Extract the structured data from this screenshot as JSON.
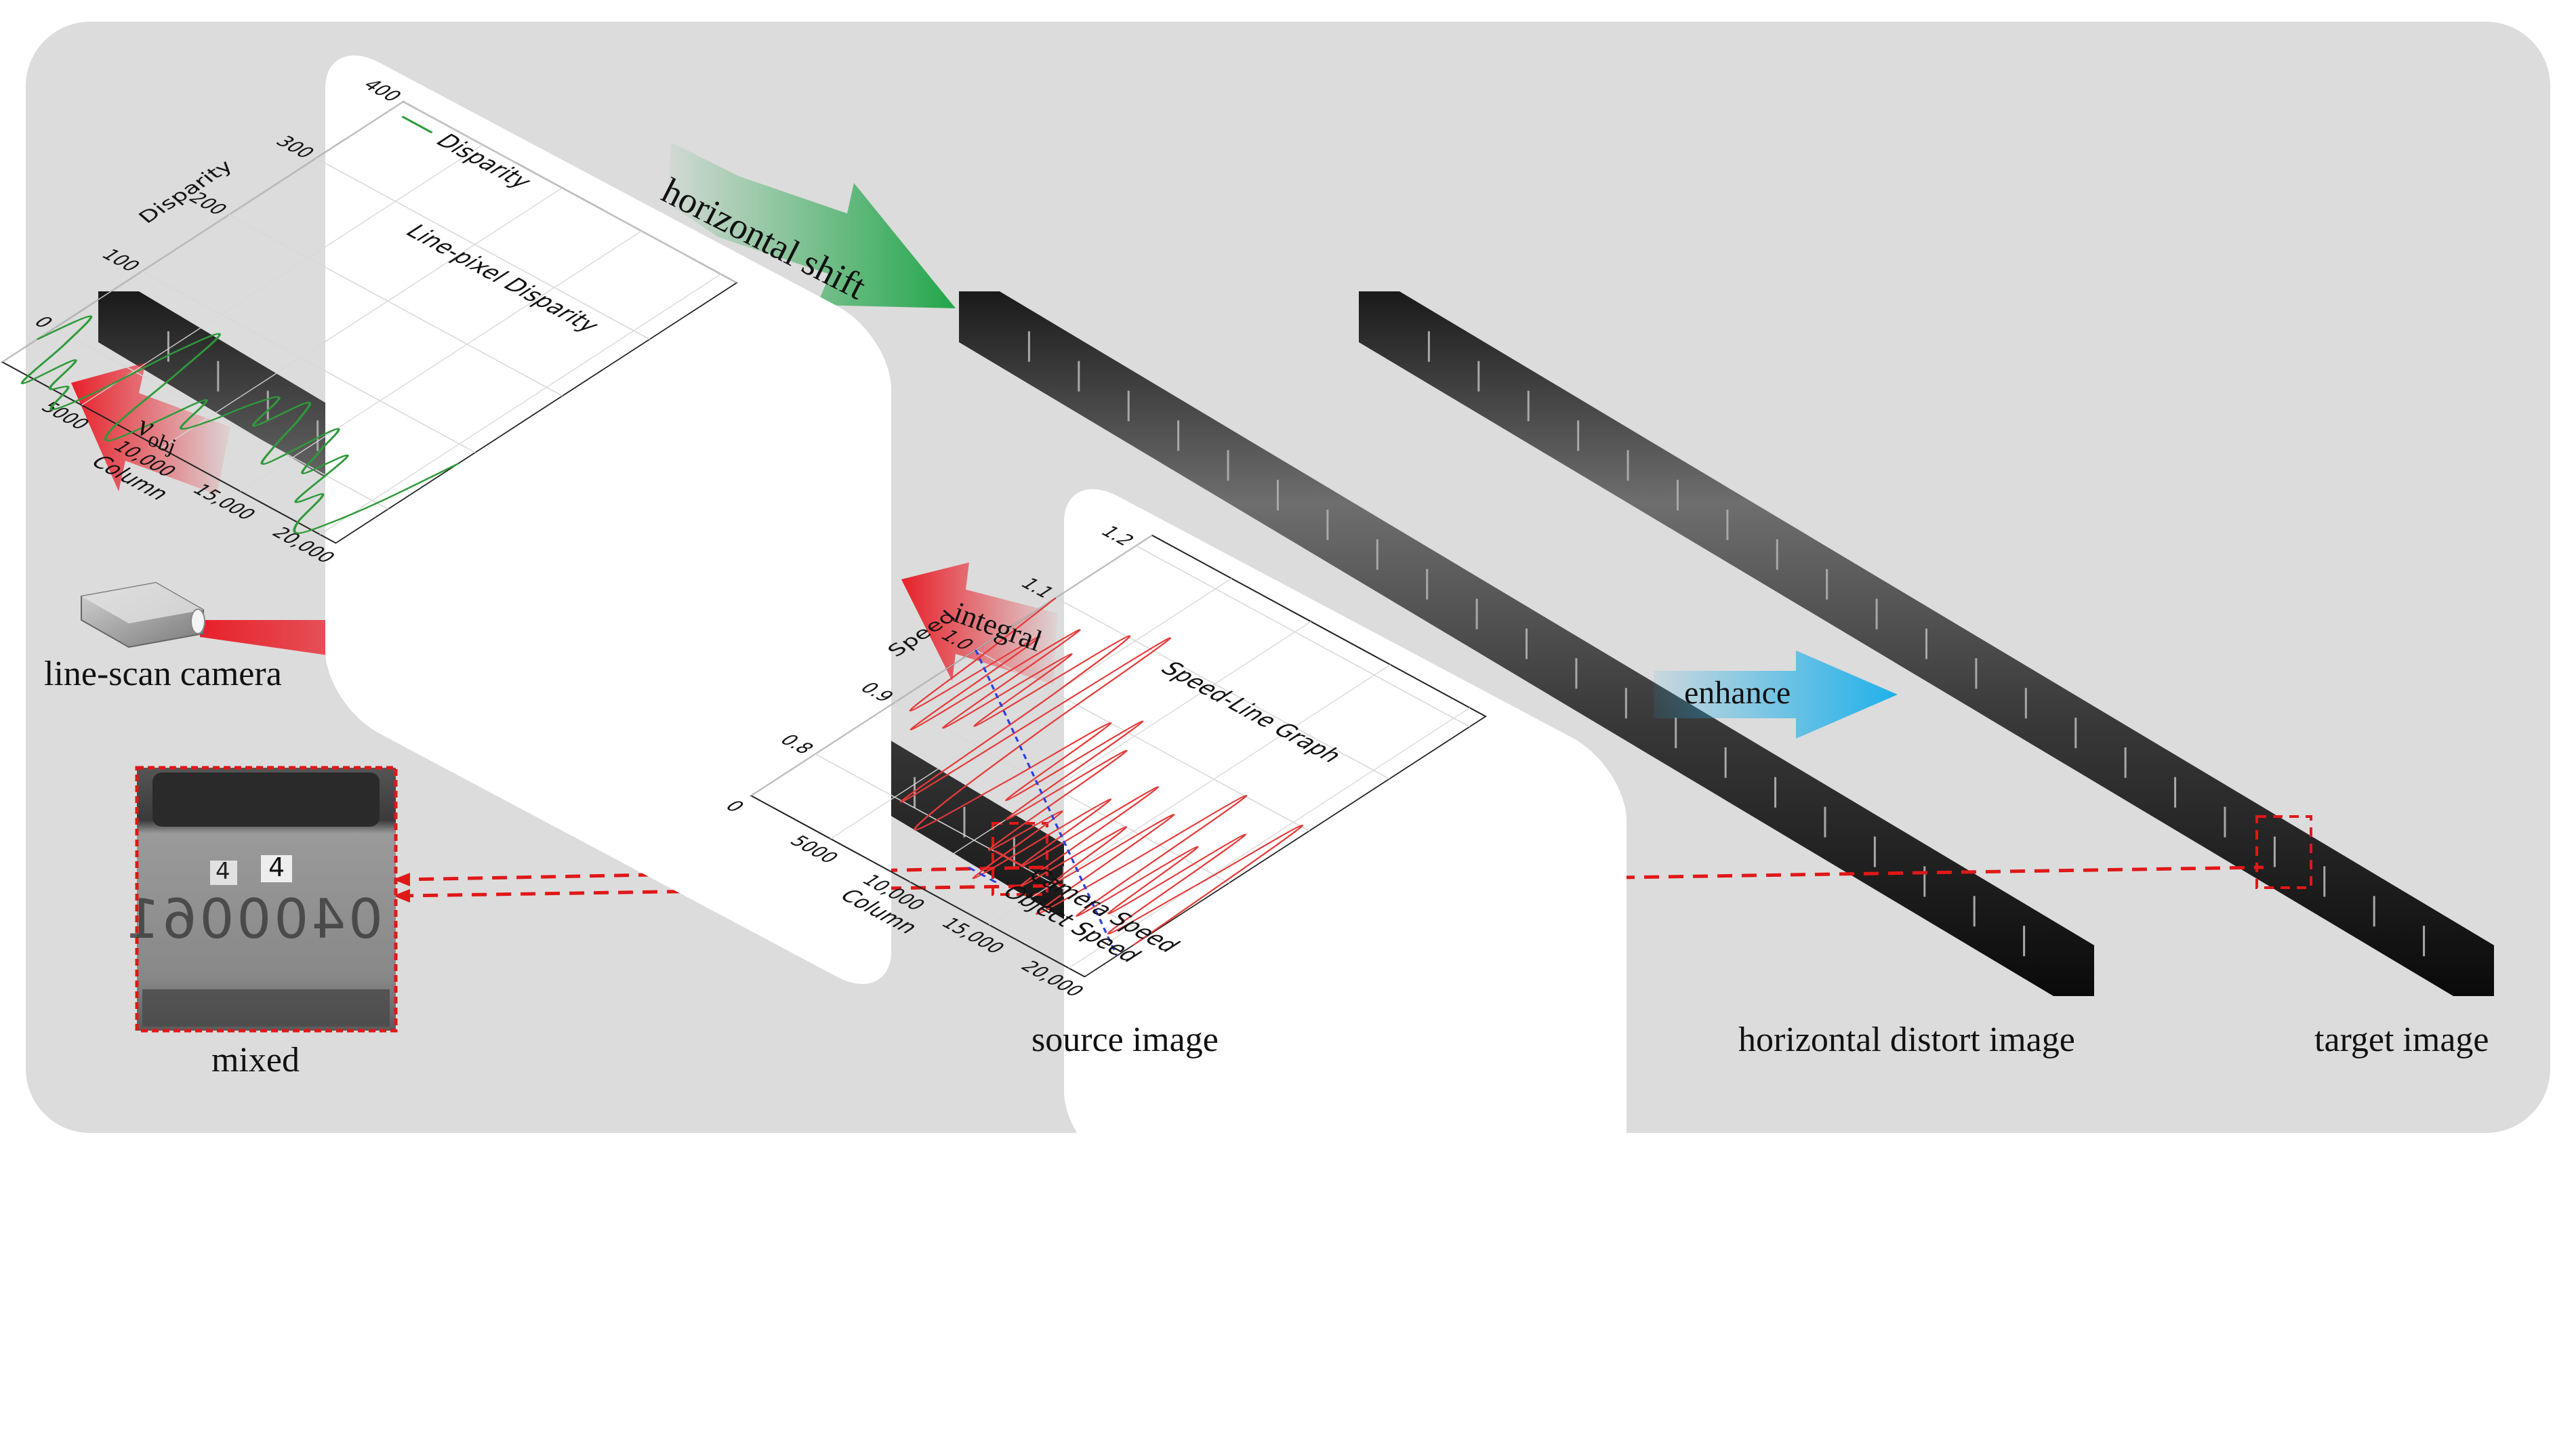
{
  "labels": {
    "line_scan_camera": "line-scan camera",
    "mixed": "mixed",
    "source_image": "source image",
    "horizontal_distort_image": "horizontal distort image",
    "target_image": "target image"
  },
  "arrows": {
    "horizontal_shift": "horizontal shift",
    "integral": "integral",
    "enhance": "enhance",
    "v_obj_main": "v",
    "v_obj_sub": "obj"
  },
  "colors": {
    "background_panel": "#dcdcdc",
    "red_arrow": "#e8202a",
    "green_arrow": "#22a64a",
    "blue_arrow": "#1fb0ea",
    "dashed_line": "#e01818"
  },
  "inset_text": {
    "plate_number": "0400061",
    "badge": "4"
  },
  "chart_data": [
    {
      "type": "line",
      "title": "Line-pixel Disparity",
      "xlabel": "Column",
      "ylabel": "Disparity",
      "xlim": [
        0,
        21000
      ],
      "ylim": [
        -60,
        400
      ],
      "x_ticks": [
        "0",
        "5000",
        "10,000",
        "15,000",
        "20,000"
      ],
      "y_ticks": [
        "400",
        "300",
        "200",
        "100",
        "0"
      ],
      "grid": true,
      "legend_position": "top-left",
      "series": [
        {
          "name": "Disparity",
          "color": "#2e9a3a",
          "x": [
            0,
            600,
            1200,
            1800,
            2400,
            3000,
            3600,
            4200,
            4800,
            5400,
            6000,
            6600,
            7200,
            7800,
            8400,
            9000,
            9600,
            10200,
            10800,
            11400,
            12000,
            12600,
            13200,
            13800,
            14400,
            15000,
            15600,
            16200,
            16800,
            17400,
            18000,
            18600,
            19200,
            19800,
            20400,
            21000
          ],
          "values": [
            -20,
            30,
            -10,
            -70,
            -20,
            -60,
            -50,
            -80,
            -40,
            40,
            80,
            20,
            -60,
            -80,
            -40,
            10,
            -30,
            -10,
            30,
            50,
            10,
            60,
            40,
            0,
            -20,
            50,
            20,
            -10,
            30,
            -40,
            -20,
            -60,
            -70,
            -40,
            10,
            80
          ]
        }
      ]
    },
    {
      "type": "line",
      "title": "Speed-Line Graph",
      "xlabel": "Column",
      "ylabel": "Speed",
      "xlim": [
        0,
        21000
      ],
      "ylim": [
        0.72,
        1.22
      ],
      "x_ticks": [
        "0",
        "5000",
        "10,000",
        "15,000",
        "20,000"
      ],
      "y_ticks": [
        "1.2",
        "1.1",
        "1.0",
        "0.9",
        "0.8"
      ],
      "grid": true,
      "legend_position": "bottom-right",
      "series": [
        {
          "name": "Camera Speed",
          "color": "#e53b3b",
          "x": [
            0,
            500,
            1000,
            1500,
            2000,
            2500,
            3000,
            3500,
            4000,
            4500,
            5000,
            5500,
            6000,
            6500,
            7000,
            7500,
            8000,
            8500,
            9000,
            9500,
            10000,
            10500,
            11000,
            11500,
            12000,
            12500,
            13000,
            13500,
            14000,
            14500,
            15000,
            15500,
            16000,
            16500,
            17000,
            17500,
            18000,
            18500,
            19000,
            19500,
            20000,
            20500,
            21000
          ],
          "values": [
            1.1,
            1.0,
            0.9,
            1.05,
            0.88,
            1.08,
            0.9,
            1.05,
            0.92,
            1.1,
            1.0,
            0.8,
            1.12,
            0.95,
            0.82,
            0.78,
            0.88,
            1.0,
            0.86,
            1.02,
            0.84,
            0.98,
            0.8,
            0.88,
            0.76,
            0.92,
            0.8,
            0.96,
            0.78,
            0.9,
            0.8,
            0.94,
            0.76,
            0.86,
            1.0,
            0.78,
            0.92,
            0.8,
            0.96,
            0.78,
            0.88,
            1.0,
            0.78
          ]
        },
        {
          "name": "Object Speed",
          "color": "#2f3fd6",
          "x": [
            0,
            21000
          ],
          "values": [
            1.0,
            0.76
          ]
        }
      ]
    }
  ]
}
